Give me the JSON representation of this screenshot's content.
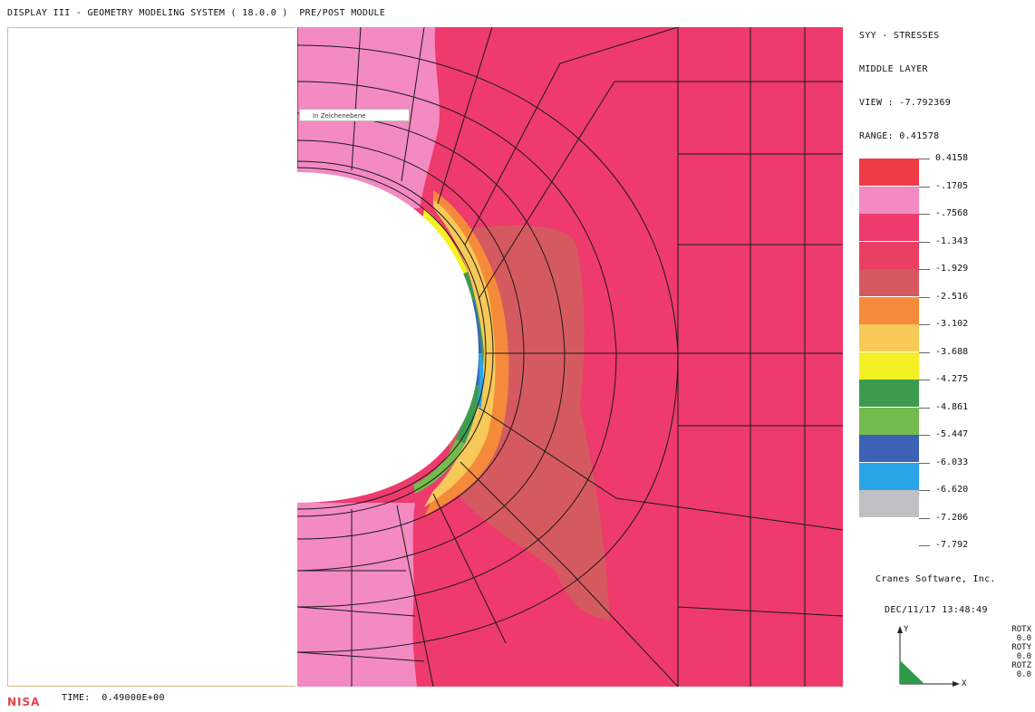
{
  "header": {
    "title": "DISPLAY III - GEOMETRY MODELING SYSTEM ( 18.0.0 )  PRE/POST MODULE"
  },
  "result_info": {
    "lines": [
      "SYY - STRESSES",
      "MIDDLE LAYER",
      "VIEW : -7.792369",
      "RANGE: 0.41578"
    ]
  },
  "plot": {
    "tag_label": "In Zeichenebene"
  },
  "legend": {
    "items": [
      {
        "value": "0.4158",
        "color": "#ef3b44"
      },
      {
        "value": "-.1705",
        "color": "#f38ac2"
      },
      {
        "value": "-.7568",
        "color": "#ee3a6c"
      },
      {
        "value": "-1.343",
        "color": "#e93f62"
      },
      {
        "value": "-1.929",
        "color": "#d55a60"
      },
      {
        "value": "-2.516",
        "color": "#f58b3a"
      },
      {
        "value": "-3.102",
        "color": "#f7c959"
      },
      {
        "value": "-3.688",
        "color": "#f5f023"
      },
      {
        "value": "-4.275",
        "color": "#3d9b50"
      },
      {
        "value": "-4.861",
        "color": "#74bb4e"
      },
      {
        "value": "-5.447",
        "color": "#3c62b6"
      },
      {
        "value": "-6.033",
        "color": "#29a4e6"
      },
      {
        "value": "-6.620",
        "color": "#c0c0c4"
      },
      {
        "value": "-7.206",
        "color": null
      },
      {
        "value": "-7.792",
        "color": null
      }
    ]
  },
  "footer": {
    "company": "Cranes Software, Inc.",
    "date": "DEC/11/17 13:48:49",
    "rotation": [
      "ROTX",
      "0.0",
      "ROTY",
      "0.0",
      "ROTZ",
      "0.0"
    ],
    "axis_y": "Y",
    "axis_x": "X",
    "time": "TIME:  0.49000E+00",
    "logo": "NISA"
  },
  "colors": {
    "base_magenta": "#ee3a6c",
    "light_pink": "#f38ac2",
    "dark_rose": "#d55a60",
    "mesh_line": "#1a1a1a"
  }
}
